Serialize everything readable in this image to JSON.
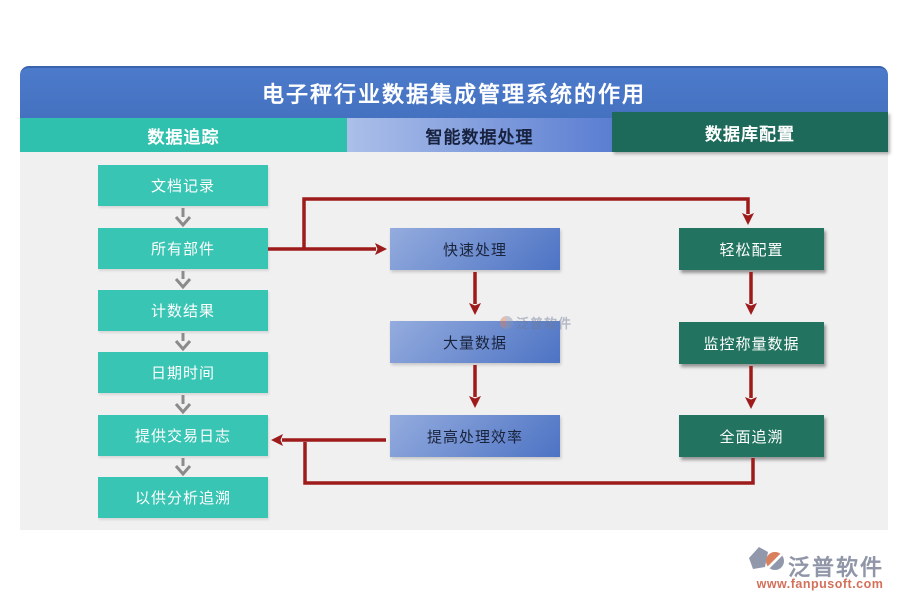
{
  "title": {
    "text": "电子秤行业数据集成管理系统的作用"
  },
  "tabs": [
    {
      "id": "data-tracking",
      "label": "数据追踪"
    },
    {
      "id": "smart-data-processing",
      "label": "智能数据处理"
    },
    {
      "id": "database-config",
      "label": "数据库配置"
    }
  ],
  "columns": [
    {
      "id": "data-tracking",
      "items": [
        "文档记录",
        "所有部件",
        "计数结果",
        "日期时间",
        "提供交易日志",
        "以供分析追溯"
      ]
    },
    {
      "id": "smart-data-processing",
      "items": [
        "快速处理",
        "大量数据",
        "提高处理效率"
      ]
    },
    {
      "id": "database-config",
      "items": [
        "轻松配置",
        "监控称量数据",
        "全面追溯"
      ]
    }
  ],
  "watermark": {
    "text": "泛普软件"
  },
  "footer": {
    "brand": "泛普软件",
    "url": "www.fanpusoft.com"
  },
  "colors": {
    "title_blue": "#4471c0",
    "tab_teal": "#2fc1ad",
    "tab_blue": "#5b7ed2",
    "tab_dark_teal": "#1d6a5b",
    "box_teal": "#38c5b4",
    "box_blue": "#4d73c4",
    "box_dark_teal": "#227360",
    "flow_arrow_red": "#9e1b1b",
    "step_arrow_gray": "#8b8b8b",
    "logo_gray": "#9095a8",
    "logo_orange": "#d4705a"
  }
}
